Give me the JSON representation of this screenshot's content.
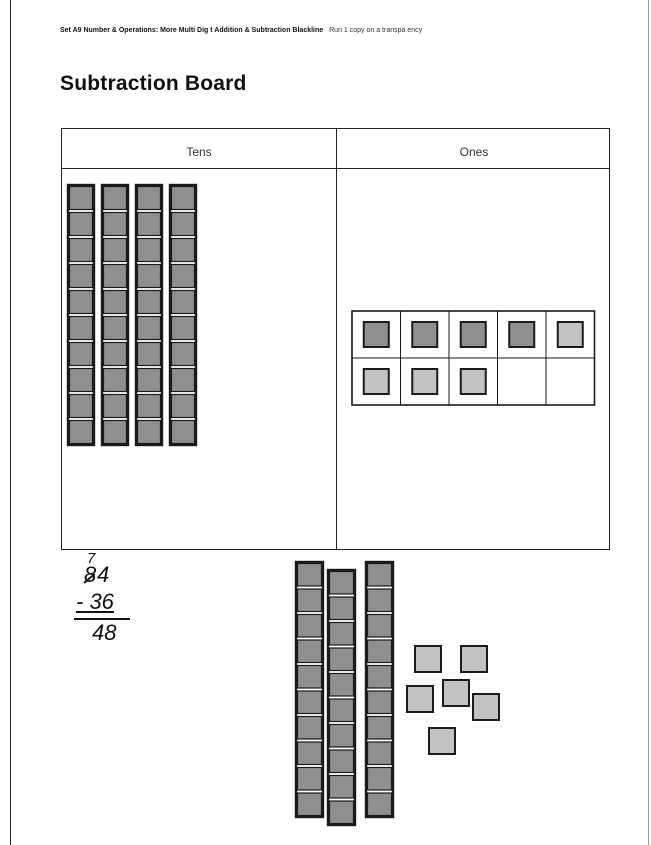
{
  "header": {
    "bold": "Set A9 Number & Operations: More Multi Dig t Addition & Subtraction Blackline",
    "normal": "Run 1 copy on a transpa ency"
  },
  "title": "Subtraction Board",
  "board": {
    "tens_label": "Tens",
    "ones_label": "Ones"
  },
  "work": {
    "crossed_regroup": "7",
    "minuend_tens": "8",
    "minuend_ones": "4",
    "subtrahend": "- 36",
    "difference": "48"
  },
  "colors": {
    "dark_tile": "#8f8f8f",
    "light_tile": "#c2c2c2",
    "stroke": "#1a1a1a"
  },
  "model": {
    "board_tens_rods": 4,
    "ones_frame_dark": 4,
    "ones_frame_light": 4,
    "loose_tens_rods": 3,
    "loose_ones": 6
  }
}
